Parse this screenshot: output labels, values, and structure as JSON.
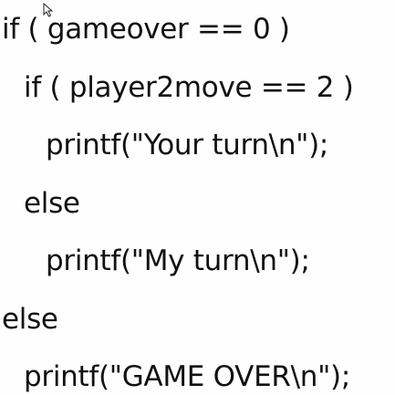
{
  "code": {
    "lines": [
      "if ( gameover == 0 )",
      "if ( player2move == 2 )",
      "printf(\"Your turn\\n\");",
      "else",
      "printf(\"My turn\\n\");",
      "else",
      "printf(\"GAME OVER\\n\");"
    ]
  },
  "icons": {
    "cursor": "mouse-pointer-icon"
  },
  "colors": {
    "text": "#111111",
    "background": "#fefefe"
  }
}
